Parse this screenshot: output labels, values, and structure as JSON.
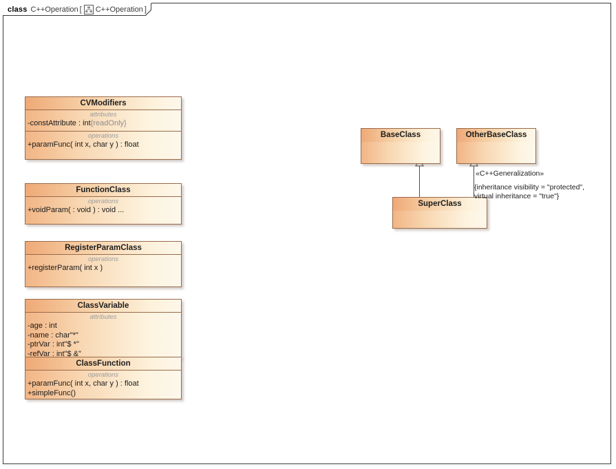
{
  "frame": {
    "kind": "class",
    "name": "C++Operation",
    "bracket_open": "[",
    "bracket_close": "]",
    "tab_diagram_name": "C++Operation",
    "icon": "class-diagram-icon"
  },
  "classes": [
    {
      "id": "cvmodifiers",
      "name": "CVModifiers",
      "compartments": [
        {
          "label": "attributes",
          "members": [
            {
              "text": "-constAttribute : int",
              "dim": "{readOnly}"
            }
          ]
        },
        {
          "label": "operations",
          "members": [
            {
              "text": "+paramFunc( int x, char y ) : float",
              "dim": ""
            }
          ]
        }
      ]
    },
    {
      "id": "functionclass",
      "name": "FunctionClass",
      "compartments": [
        {
          "label": "operations",
          "members": [
            {
              "text": "+voidParam(  : void ) : void ...",
              "dim": ""
            }
          ]
        }
      ]
    },
    {
      "id": "registerparamclass",
      "name": "RegisterParamClass",
      "compartments": [
        {
          "label": "operations",
          "members": [
            {
              "text": "+registerParam( int x )",
              "dim": ""
            }
          ]
        }
      ]
    },
    {
      "id": "classvariable",
      "name": "ClassVariable",
      "compartments": [
        {
          "label": "attributes",
          "members": [
            {
              "text": "-age : int",
              "dim": ""
            },
            {
              "text": "-name : char\"*\"",
              "dim": ""
            },
            {
              "text": "-ptrVar : int\"$ *\"",
              "dim": ""
            },
            {
              "text": "-refVar : int\"$ &\"",
              "dim": ""
            }
          ]
        }
      ]
    },
    {
      "id": "classfunction",
      "name": "ClassFunction",
      "compartments": [
        {
          "label": "operations",
          "members": [
            {
              "text": "+paramFunc( int x, char y ) : float",
              "dim": ""
            },
            {
              "text": "+simpleFunc()",
              "dim": ""
            }
          ]
        }
      ]
    },
    {
      "id": "baseclass",
      "name": "BaseClass",
      "compartments": []
    },
    {
      "id": "otherbaseclass",
      "name": "OtherBaseClass",
      "compartments": []
    },
    {
      "id": "superclass",
      "name": "SuperClass",
      "compartments": []
    }
  ],
  "connectors": {
    "stereotype": "«C++Generalization»",
    "constraint_line_1": "{inheritance visibility = \"protected\",",
    "constraint_line_2": "virtual inheritance = \"true\"}"
  },
  "colors": {
    "class_border": "#9a6a4a",
    "class_fill_left": "#f2b585",
    "class_fill_right": "#fdf8ec",
    "header_fill_left": "#efa977",
    "header_fill_right": "#fdf7eb",
    "compartment_label": "#9c9c9c",
    "dim_text": "#8d8d8d",
    "frame_border": "#3a3a3a",
    "connector": "#4a4a4a",
    "canvas": "#ffffff"
  }
}
